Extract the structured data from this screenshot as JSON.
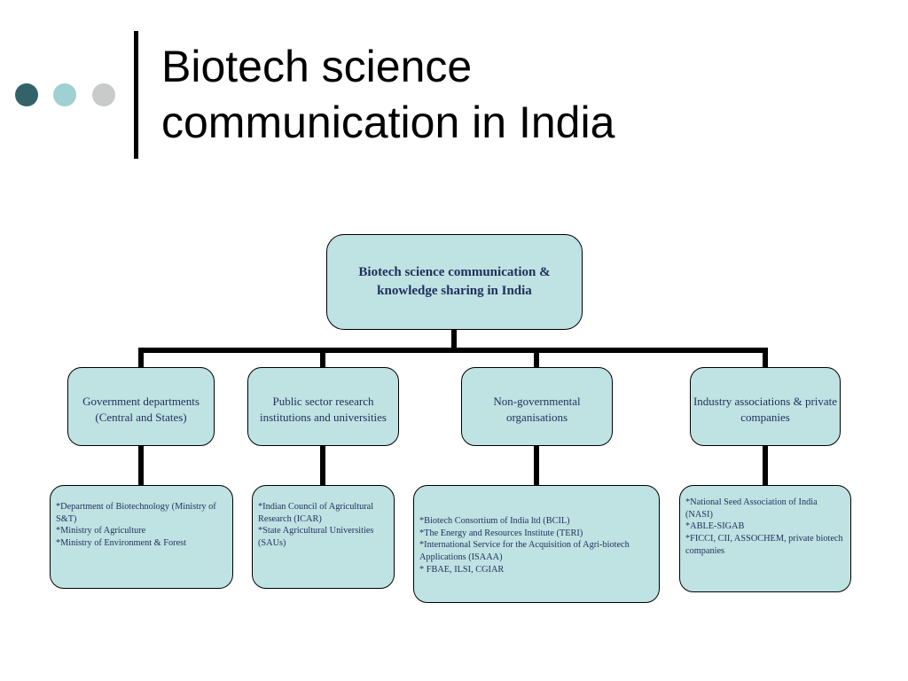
{
  "colors": {
    "box_fill": "#bfe2e3",
    "connector": "#000000",
    "box_text": "#1f2f5a",
    "dots": [
      "#336369",
      "#9fd0d2",
      "#c9cbcb"
    ]
  },
  "title": {
    "lines": [
      "Biotech science",
      "communication in India"
    ]
  },
  "root": {
    "label": "Biotech science communication & knowledge sharing in India"
  },
  "categories": [
    {
      "label": "Government departments (Central and States)",
      "items": [
        "*Department of Biotechnology (Ministry of S&T)",
        "*Ministry of Agriculture",
        "*Ministry of Environment & Forest"
      ]
    },
    {
      "label": "Public sector research institutions and universities",
      "items": [
        "*Indian Council of Agricultural Research (ICAR)",
        "*State Agricultural Universities (SAUs)"
      ]
    },
    {
      "label": "Non-governmental organisations",
      "items": [
        "*Biotech Consortium of India ltd (BCIL)",
        "*The Energy and Resources Institute (TERI)",
        "*International Service for the Acquisition of Agri-biotech Applications (ISAAA)",
        "* FBAE, ILSI, CGIAR"
      ]
    },
    {
      "label": "Industry associations & private companies",
      "items": [
        "*National Seed Association of India (NASI)",
        "*ABLE-SIGAB",
        "*FICCI, CII, ASSOCHEM, private biotech companies"
      ]
    }
  ]
}
